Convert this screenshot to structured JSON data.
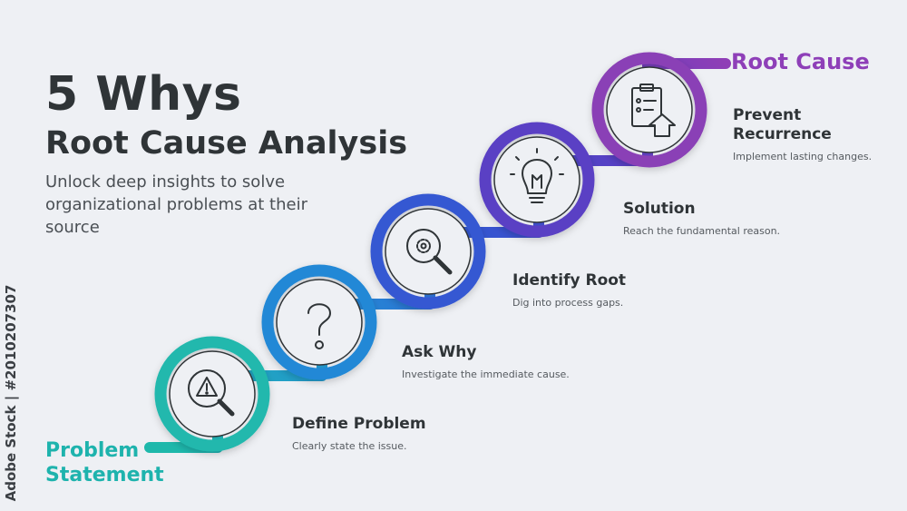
{
  "header": {
    "title": "5 Whys",
    "subtitle": "Root Cause Analysis",
    "description": "Unlock deep insights to solve organizational problems at their source"
  },
  "start_label": "Problem Statement",
  "end_label": "Root Cause",
  "steps": [
    {
      "title": "Define Problem",
      "description": "Clearly state the issue.",
      "icon": "warning-magnifier-icon",
      "color": "#21b8ad"
    },
    {
      "title": "Ask Why",
      "description": "Investigate the immediate cause.",
      "icon": "question-mark-icon",
      "color": "#2188d6"
    },
    {
      "title": "Identify Root",
      "description": "Dig into process gaps.",
      "icon": "gear-magnifier-icon",
      "color": "#3558d2"
    },
    {
      "title": "Solution",
      "description": "Reach the fundamental reason.",
      "icon": "lightbulb-icon",
      "color": "#5a3fc4"
    },
    {
      "title": "Prevent Recurrence",
      "description": "Implement lasting changes.",
      "icon": "clipboard-arrow-icon",
      "color": "#8a3fb6"
    }
  ],
  "watermark": "Adobe Stock | #2010207307",
  "colors": {
    "start": "#1eb3ad",
    "end": "#8e3fb8",
    "text": "#2f3437",
    "background": "#eef0f4"
  }
}
